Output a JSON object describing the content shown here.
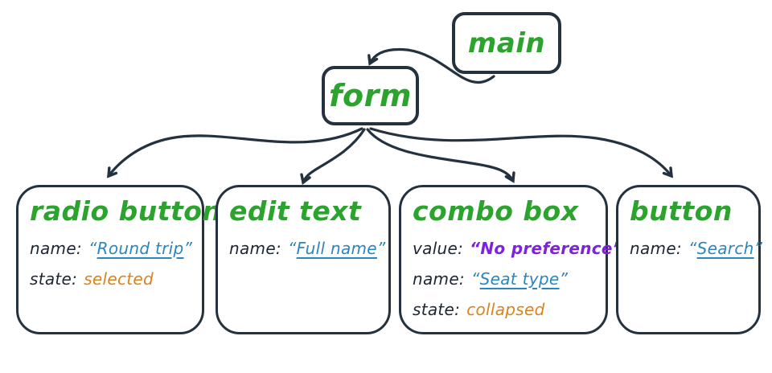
{
  "colors": {
    "ink": "#24313f",
    "green": "#2aa42c",
    "blue": "#2a86bf",
    "orange": "#d9831c",
    "purple": "#7e22dd",
    "label": "#1d2633",
    "bg": "#ffffff"
  },
  "glyphs": {
    "open_quote": "“",
    "close_quote": "”"
  },
  "main": {
    "label": "main"
  },
  "form": {
    "label": "form"
  },
  "boxes": [
    {
      "title": "radio button",
      "props": [
        {
          "label": "name:",
          "value": "Round trip",
          "kind": "name"
        },
        {
          "label": "state:",
          "value": "selected",
          "kind": "state"
        }
      ]
    },
    {
      "title": "edit text",
      "props": [
        {
          "label": "name:",
          "value": "Full name",
          "kind": "name"
        }
      ]
    },
    {
      "title": "combo box",
      "props": [
        {
          "label": "value:",
          "value": "No preference",
          "kind": "value"
        },
        {
          "label": "name:",
          "value": "Seat type",
          "kind": "name"
        },
        {
          "label": "state:",
          "value": "collapsed",
          "kind": "state"
        }
      ]
    },
    {
      "title": "button",
      "props": [
        {
          "label": "name:",
          "value": "Search",
          "kind": "name"
        }
      ]
    }
  ],
  "edges": [
    {
      "from": "main",
      "to": "form"
    },
    {
      "from": "form",
      "to": "radio button"
    },
    {
      "from": "form",
      "to": "edit text"
    },
    {
      "from": "form",
      "to": "combo box"
    },
    {
      "from": "form",
      "to": "button"
    }
  ]
}
